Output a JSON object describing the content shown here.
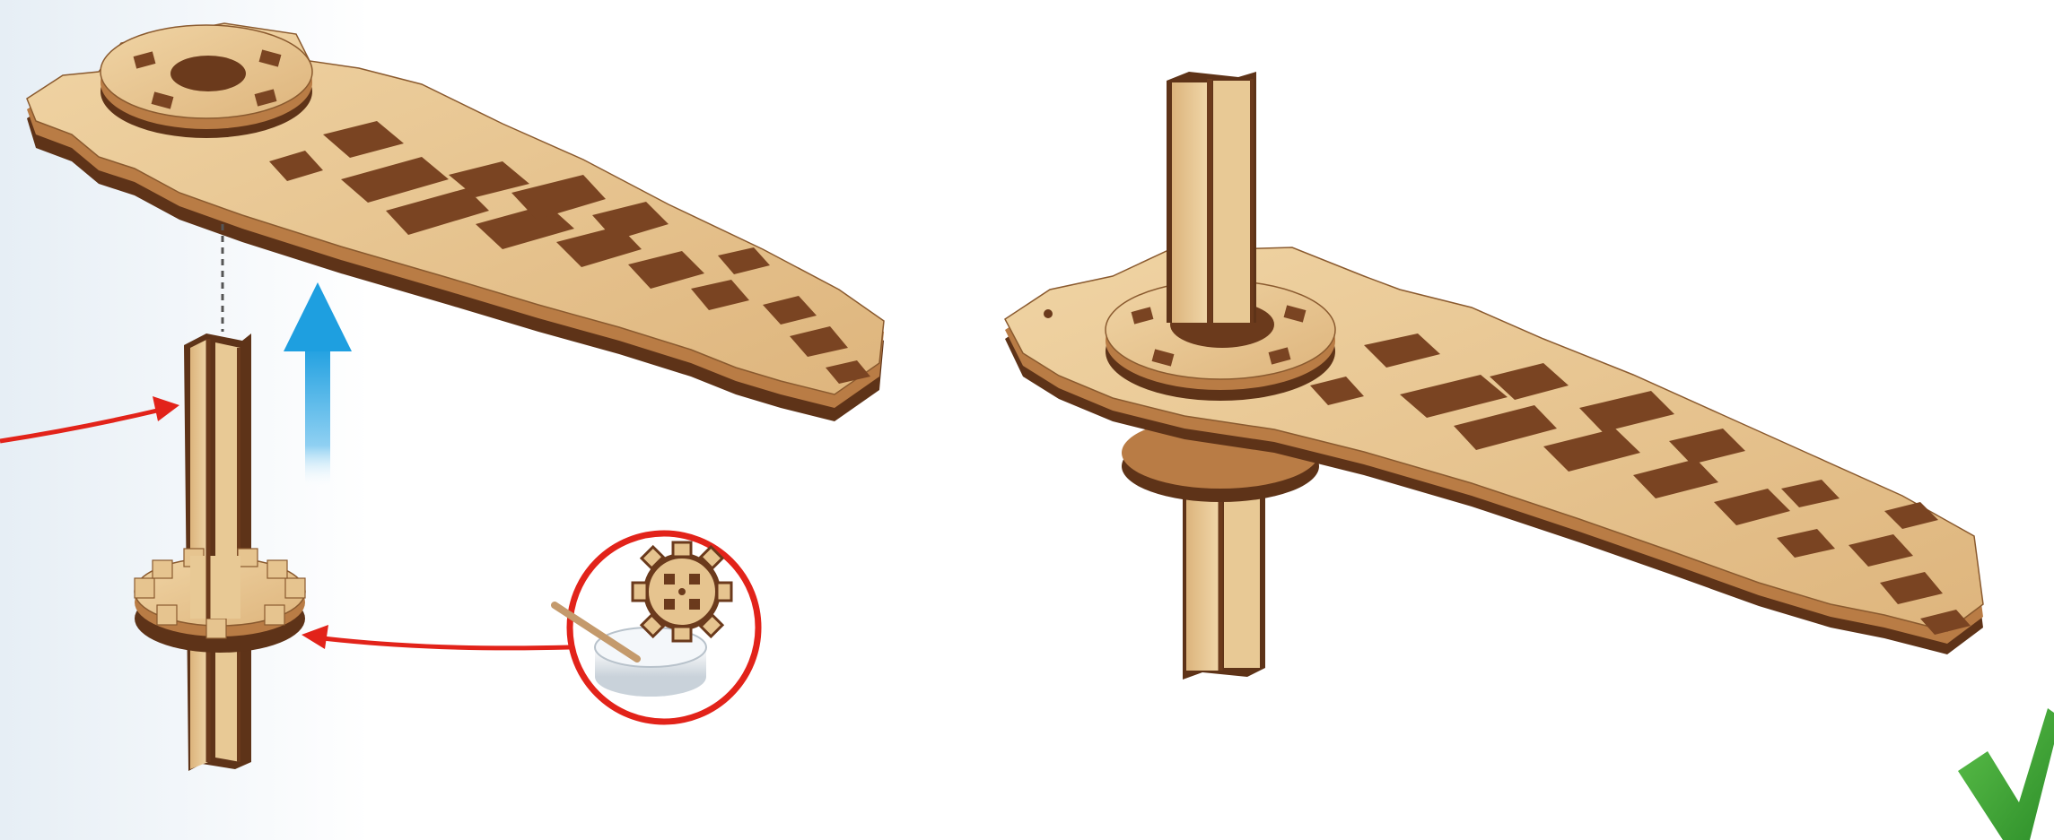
{
  "diagram": {
    "kind": "assembly-instruction",
    "steps": [
      {
        "label": "",
        "parts": [
          "arm-plate",
          "vertical-shaft",
          "gear",
          "glue-pot-callout"
        ],
        "motion": "up"
      },
      {
        "label": "",
        "parts": [
          "assembled-arm"
        ],
        "status": "ok"
      }
    ],
    "colors": {
      "wood_face": "#e6c48f",
      "wood_layer_dark": "#6b3a1c",
      "wood_layer_mid": "#a86a3a",
      "arrow_red": "#e2231a",
      "arrow_blue": "#29a6e0",
      "check_green": "#3aa935",
      "glue_pot": "#e8ecf0"
    },
    "icons": {
      "motion_arrow": "arrow-up-icon",
      "callout": "glue-pot-icon",
      "status": "checkmark-icon"
    }
  }
}
